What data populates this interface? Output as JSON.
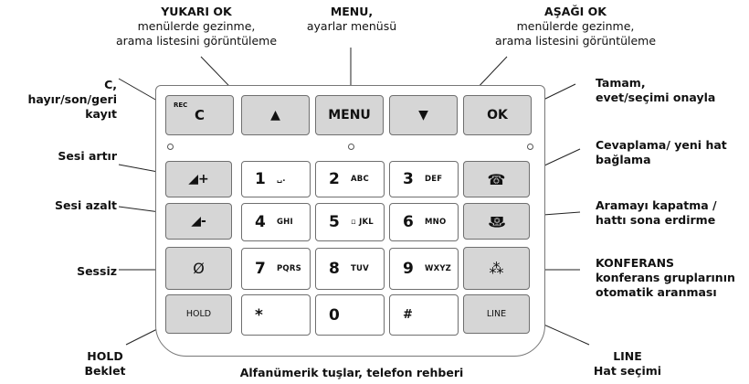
{
  "keys": {
    "c": "C",
    "rec": "REC",
    "up": "▲",
    "menu": "MENU",
    "down": "▼",
    "ok": "OK",
    "vol_up": "◢+",
    "vol_down": "◢-",
    "mute": "Ø",
    "hold": "HOLD",
    "answer": "☎",
    "hangup": "☎",
    "conference": "⁂",
    "line": "LINE",
    "k1": {
      "d": "1",
      "s": "␣."
    },
    "k2": {
      "d": "2",
      "s": "ABC"
    },
    "k3": {
      "d": "3",
      "s": "DEF"
    },
    "k4": {
      "d": "4",
      "s": "GHI"
    },
    "k5": {
      "d": "5",
      "s": "▫ JKL"
    },
    "k6": {
      "d": "6",
      "s": "MNO"
    },
    "k7": {
      "d": "7",
      "s": "PQRS"
    },
    "k8": {
      "d": "8",
      "s": "TUV"
    },
    "k9": {
      "d": "9",
      "s": "WXYZ"
    },
    "star": "*",
    "k0": "0",
    "hash": "#"
  },
  "labels": {
    "up_title": "YUKARI OK",
    "up_desc": "menülerde gezinme,\narama listesini görüntüleme",
    "menu_title": "MENU,",
    "menu_desc": "ayarlar menüsü",
    "down_title": "AŞAĞI OK",
    "down_desc": "menülerde gezinme,\narama listesini görüntüleme",
    "c_desc": "C,\nhayır/son/geri\nkayıt",
    "ok_desc": "Tamam,\nevet/seçimi onayla",
    "vol_up": "Sesi artır",
    "vol_down": "Sesi azalt",
    "mute": "Sessiz",
    "answer": "Cevaplama/ yeni hat\nbağlama",
    "hangup": "Aramayı kapatma /\nhattı sona erdirme",
    "conf_title": "KONFERANS",
    "conf_desc": "konferans gruplarının\notomatik aranması",
    "hold_title": "HOLD",
    "hold_desc": "Beklet",
    "alnum": "Alfanümerik tuşlar, telefon rehberi",
    "line_title": "LINE",
    "line_desc": "Hat seçimi"
  }
}
